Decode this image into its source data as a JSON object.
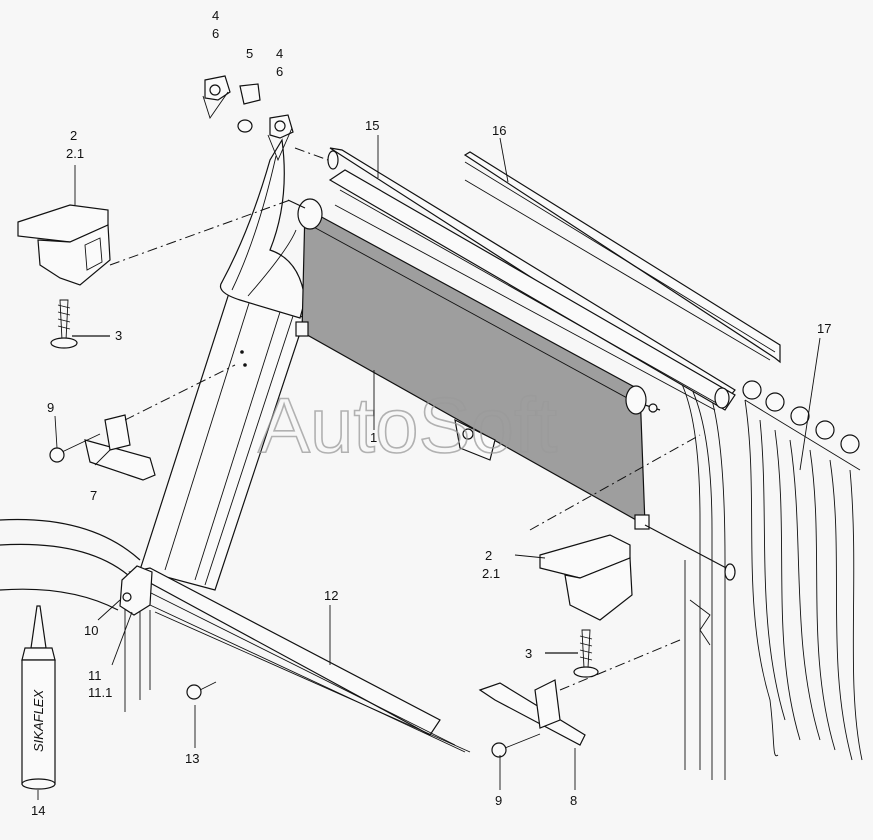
{
  "watermark": "AutoSoft",
  "tube_label": "SIKAFLEX",
  "callouts": {
    "c1": "1",
    "c2a": "2",
    "c21a": "2.1",
    "c2b": "2",
    "c21b": "2.1",
    "c3a": "3",
    "c3b": "3",
    "c4a": "4",
    "c6a": "6",
    "c5": "5",
    "c4b": "4",
    "c6b": "6",
    "c7": "7",
    "c8": "8",
    "c9a": "9",
    "c9b": "9",
    "c10": "10",
    "c11": "11",
    "c111": "11.1",
    "c12": "12",
    "c13": "13",
    "c14": "14",
    "c15": "15",
    "c16": "16",
    "c17": "17"
  }
}
